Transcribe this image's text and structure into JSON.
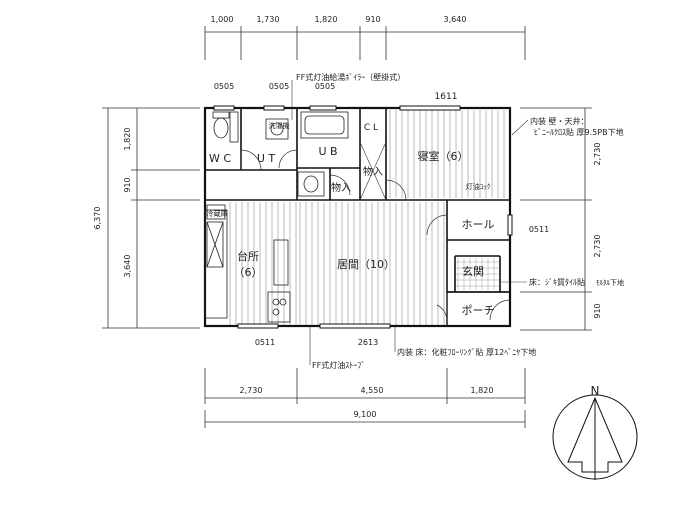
{
  "top_dims": [
    "1,000",
    "1,730",
    "1,820",
    "910",
    "3,640"
  ],
  "bottom_dims": [
    "2,730",
    "4,550",
    "1,820"
  ],
  "total_width": "9,100",
  "left_dims": {
    "total": "6,370",
    "a": "1,820",
    "b": "910",
    "c": "3,640"
  },
  "right_dims": {
    "a": "2,730",
    "b": "2,730",
    "c": "910"
  },
  "rooms": {
    "wc": "W C",
    "ut": "U T",
    "ub": "U B",
    "storage1": "物入",
    "storage2": "物入",
    "closet": "C L",
    "bedroom": "寝室（6）",
    "hall": "ホール",
    "kitchen": "台所",
    "kitchen_size": "（6）",
    "living": "居間（10）",
    "entrance": "玄関",
    "porch": "ポーチ",
    "fridge": "冷蔵庫",
    "washer": "洗濯機",
    "kerosene_cock": "灯油ｺｯｸ"
  },
  "window_codes": {
    "w1": "0505",
    "w2": "0505",
    "w3": "0505",
    "w4": "1611",
    "w5": "0511",
    "w6": "0511",
    "w7": "2613"
  },
  "notes": {
    "boiler": "FF式灯油給湯ﾎﾞｲﾗｰ（壁掛式）",
    "interior_wall": "内装 壁・天井：",
    "interior_wall2": "ﾋﾞﾆｰﾙｸﾛｽ貼  厚9.5PB下地",
    "floor_entrance": "床：ｼﾞｷ質ﾀｲﾙ貼",
    "floor_entrance2": "ﾓﾙﾀﾙ下地",
    "stove": "FF式灯油ｽﾄｰﾌﾞ",
    "floor_interior": "内装 床：化粧ﾌﾛｰﾘﾝｸﾞ貼  厚12ﾍﾞﾆﾔ下地"
  },
  "north": "N"
}
